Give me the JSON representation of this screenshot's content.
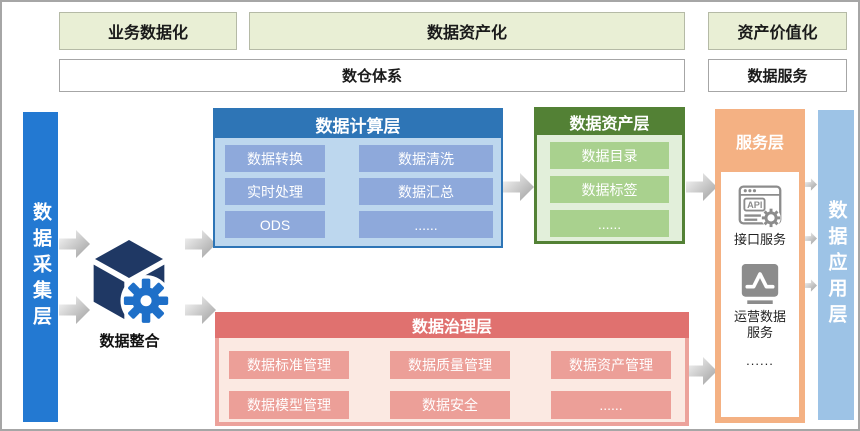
{
  "banner": {
    "stage1": "业务数据化",
    "stage2": "数据资产化",
    "stage3": "资产价值化"
  },
  "systems": {
    "warehouse": "数仓体系",
    "service": "数据服务"
  },
  "collection_bar": {
    "label": "数据采集层"
  },
  "application_bar": {
    "label": "数据应用层"
  },
  "integration": {
    "label": "数据整合"
  },
  "compute_layer": {
    "title": "数据计算层",
    "items": [
      "数据转换",
      "数据清洗",
      "实时处理",
      "数据汇总",
      "ODS",
      "......"
    ]
  },
  "asset_layer": {
    "title": "数据资产层",
    "items": [
      "数据目录",
      "数据标签",
      "......"
    ]
  },
  "service_layer": {
    "title": "服务层",
    "api_badge": "API",
    "item1": {
      "icon": "api-icon",
      "label": "接口服务"
    },
    "item2": {
      "icon": "chart-icon",
      "label": "运营数据服务"
    },
    "more": "......"
  },
  "governance_layer": {
    "title": "数据治理层",
    "items": [
      "数据标准管理",
      "数据质量管理",
      "数据资产管理",
      "数据模型管理",
      "数据安全",
      "......"
    ]
  },
  "colors": {
    "stage_green": "#E9EFD5",
    "collection_blue": "#2379D2",
    "application_blue": "#9DC3E6",
    "compute_dark": "#2E75B6",
    "compute_light": "#BDD7EE",
    "compute_item": "#8EA9DB",
    "asset_dark": "#538135",
    "asset_light": "#E2EFDA",
    "asset_item": "#A9D18E",
    "service_orange": "#F4B183",
    "governance_dark": "#E0716F",
    "governance_light": "#FBE9E2",
    "governance_item": "#EC9F98",
    "cube_navy": "#1F3864",
    "gear_blue": "#1E6FC8",
    "icon_gray": "#8C8C8C",
    "arrow_gray": "#BFBFBF"
  }
}
